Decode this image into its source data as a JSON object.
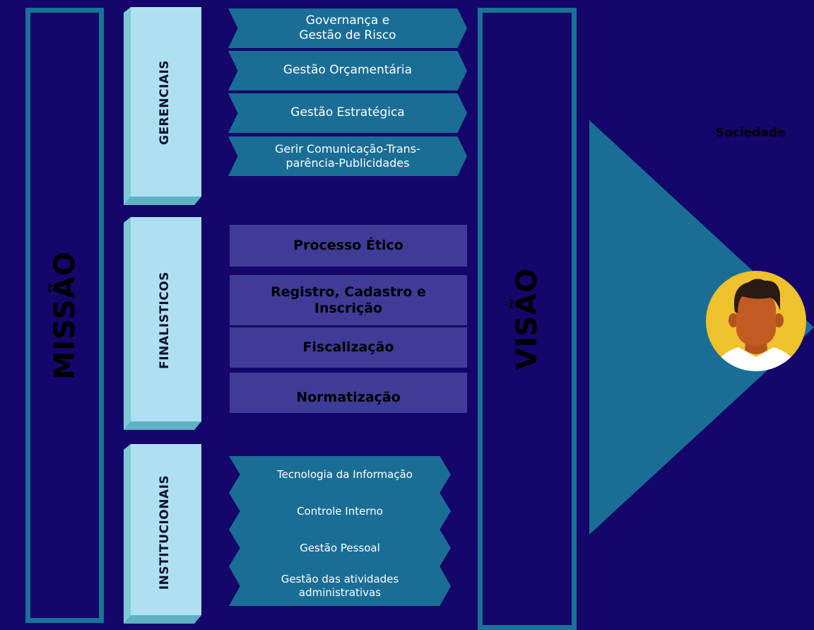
{
  "missao": "MISSÃO",
  "visao": "VISÃO",
  "categories": {
    "gerenciais": "GERENCIAIS",
    "finalisticos": "FINALISTICOS",
    "institucionais": "INSTITUCIONAIS"
  },
  "gerenciais_items": [
    "Governança e\nGestão de Risco",
    "Gestão Orçamentária",
    "Gestão Estratégica",
    "Gerir Comunicação-Trans-\nparência-Publicidades"
  ],
  "finalisticos_items": [
    "Processo Ético",
    "Registro, Cadastro e\nInscrição",
    "Fiscalização",
    "Normatização"
  ],
  "institucionais_items": [
    "Tecnologia da Informação",
    "Controle Interno",
    "Gestão Pessoal",
    "Gestão das atividades\nadministrativas"
  ],
  "sociedade": "Sociedade",
  "colors": {
    "background": "#14066b",
    "outline": "#1a7296",
    "chevron": "#1a6e95",
    "finalistic_box": "#3e3c96",
    "category_block": "#aee0f2",
    "avatar_bg": "#efc12c"
  }
}
